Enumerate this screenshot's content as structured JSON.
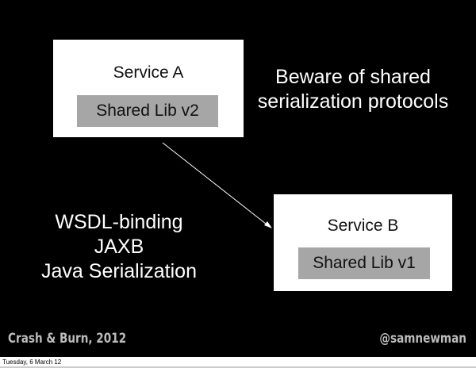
{
  "service_a": {
    "title": "Service A",
    "lib": "Shared Lib v2"
  },
  "service_b": {
    "title": "Service B",
    "lib": "Shared Lib v1"
  },
  "warning": [
    "Beware of shared",
    "serialization protocols"
  ],
  "protocols": [
    "WSDL-binding",
    "JAXB",
    "Java Serialization"
  ],
  "footer": {
    "left": "Crash & Burn, 2012",
    "right": "@samnewman",
    "date": "Tuesday, 6 March 12"
  }
}
